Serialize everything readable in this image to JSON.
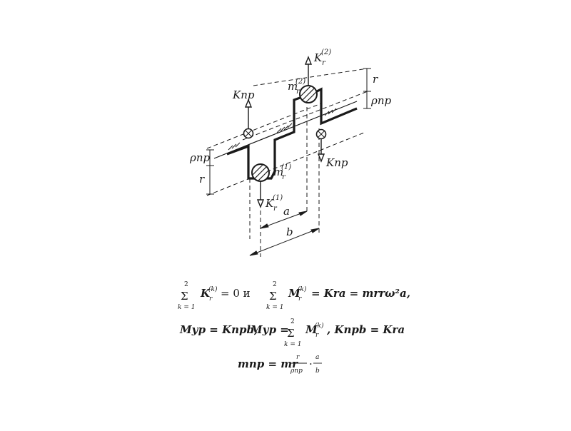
{
  "diagram": {
    "labels": {
      "k_pr_left": "Kпр",
      "k_pr_right": "Kпр",
      "k_r2_base": "K",
      "k_r2_sub": "r",
      "k_r2_sup": "(2)",
      "k_r1_base": "K",
      "k_r1_sub": "r",
      "k_r1_sup": "(1)",
      "m_r2_base": "m",
      "m_r2_sub": "r",
      "m_r2_sup": "(2)",
      "m_r1_base": "m",
      "m_r1_sub": "r",
      "m_r1_sup": "(1)",
      "rho_pr_left": "ρпр",
      "rho_pr_right": "ρпр",
      "r_left": "r",
      "r_right": "r",
      "dim_a": "a",
      "dim_b": "b"
    }
  },
  "formulas": {
    "line1": {
      "sum_top": "2",
      "sum_bottom": "k = 1",
      "term1": "K",
      "term1_sub": "r",
      "term1_sup": "(k)",
      "eq1": "= 0  и",
      "term2": "M",
      "term2_sub": "r",
      "term2_sup": "(k)",
      "rhs": "= Kra = mrrω²a,"
    },
    "line2": {
      "part1": "Mур = Kпрb,",
      "part2": "Mур =",
      "sum_top": "2",
      "sum_bottom": "k = 1",
      "term": "M",
      "term_sub": "r",
      "term_sup": "(k)",
      "part3": ", Kпрb = Kra"
    },
    "line3": {
      "lhs": "mпр = mr",
      "frac1_num": "r",
      "frac1_den": "ρпр",
      "dot": "·",
      "frac2_num": "a",
      "frac2_den": "b"
    }
  }
}
